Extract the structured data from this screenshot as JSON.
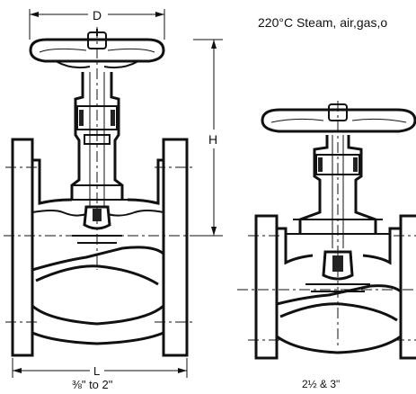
{
  "header_text": "220°C Steam, air,gas,o",
  "dimensions": {
    "d": "D",
    "h": "H",
    "l": "L"
  },
  "captions": {
    "left_size": "⅜\" to 2\"",
    "right_size": "2½ & 3\""
  }
}
